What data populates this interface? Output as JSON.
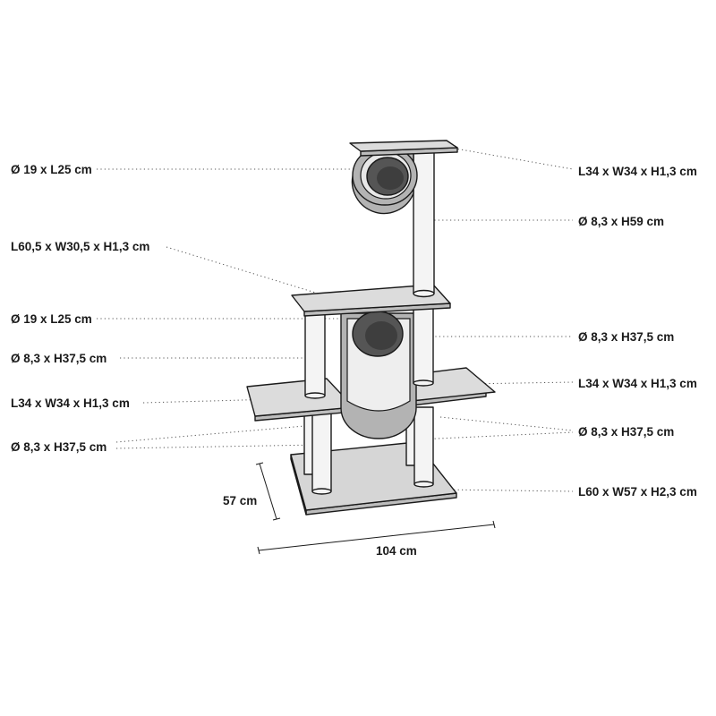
{
  "labels": {
    "top_tube": "Ø 19 x L25 cm",
    "top_platform": "L34 x W34 x H1,3 cm",
    "top_post": "Ø 8,3 x H59 cm",
    "middle_platform": "L60,5 x W30,5 x H1,3 cm",
    "middle_tube": "Ø 19 x L25 cm",
    "middle_post_right": "Ø 8,3 x H37,5 cm",
    "middle_post_left": "Ø 8,3 x H37,5 cm",
    "side_platform_right": "L34 x W34 x H1,3 cm",
    "side_platform_left": "L34 x W34 x H1,3 cm",
    "bottom_posts_right": "Ø 8,3 x H37,5 cm",
    "bottom_posts_left": "Ø 8,3 x H37,5 cm",
    "base_plate": "L60 x W57 x H2,3 cm",
    "depth": "57 cm",
    "width": "104 cm"
  }
}
